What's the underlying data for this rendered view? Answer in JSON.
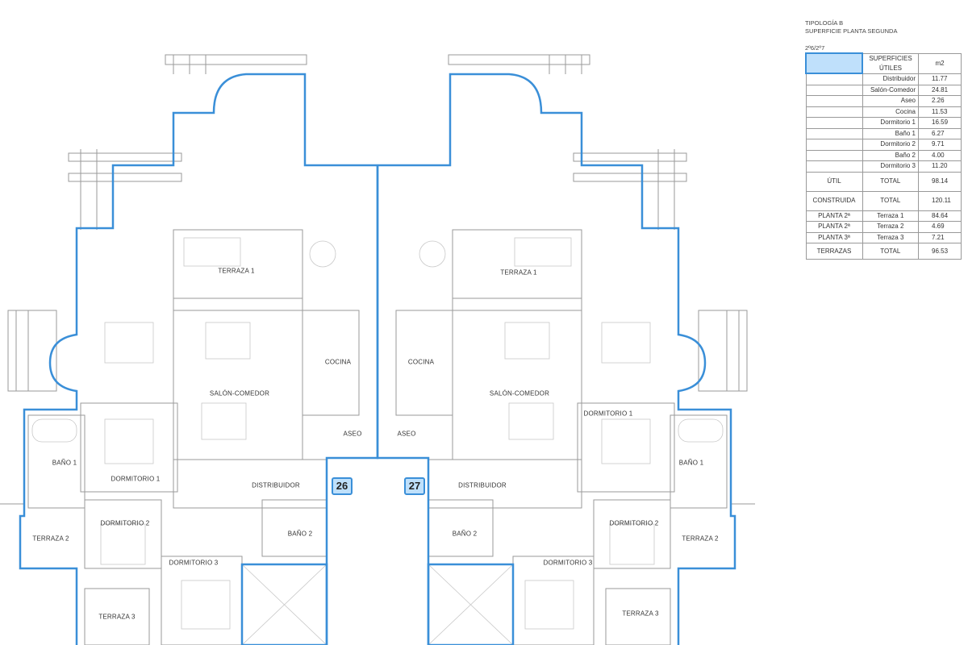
{
  "header": {
    "title": "TIPOLOGÍA B",
    "subtitle": "SUPERFICIE PLANTA SEGUNDA",
    "units": "2º6/2º7"
  },
  "table": {
    "col_header": "SUPERFICIES ÚTILES",
    "unit_header": "m2",
    "rooms": [
      {
        "name": "Distribuidor",
        "m2": "11.77"
      },
      {
        "name": "Salón-Comedor",
        "m2": "24.81"
      },
      {
        "name": "Aseo",
        "m2": "2.26"
      },
      {
        "name": "Cocina",
        "m2": "11.53"
      },
      {
        "name": "Dormitorio 1",
        "m2": "16.59"
      },
      {
        "name": "Baño 1",
        "m2": "6.27"
      },
      {
        "name": "Dormitorio 2",
        "m2": "9.71"
      },
      {
        "name": "Baño 2",
        "m2": "4.00"
      },
      {
        "name": "Dormitorio 3",
        "m2": "11.20"
      }
    ],
    "util": {
      "label": "ÚTIL",
      "total": "TOTAL",
      "value": "98.14"
    },
    "construida": {
      "label": "CONSTRUIDA",
      "total": "TOTAL",
      "value": "120.11"
    },
    "terrazas": [
      {
        "planta": "PLANTA 2ª",
        "name": "Terraza 1",
        "m2": "84.64"
      },
      {
        "planta": "PLANTA 2ª",
        "name": "Terraza 2",
        "m2": "4.69"
      },
      {
        "planta": "PLANTA 3ª",
        "name": "Terraza 3",
        "m2": "7.21"
      }
    ],
    "terrazas_total": {
      "label": "TERRAZAS",
      "total": "TOTAL",
      "value": "96.53"
    }
  },
  "plan": {
    "unit_left": "26",
    "unit_right": "27",
    "rooms": {
      "terraza1": "TERRAZA 1",
      "cocina": "COCINA",
      "salon": "SALÓN-COMEDOR",
      "aseo": "ASEO",
      "dormitorio1": "DORMITORIO 1",
      "bano1": "BAÑO 1",
      "distribuidor": "DISTRIBUIDOR",
      "dormitorio2": "DORMITORIO 2",
      "bano2": "BAÑO 2",
      "dormitorio3": "DORMITORIO 3",
      "terraza2": "TERRAZA 2",
      "terraza3": "TERRAZA 3"
    },
    "outline_color": "#3a8fd8"
  }
}
